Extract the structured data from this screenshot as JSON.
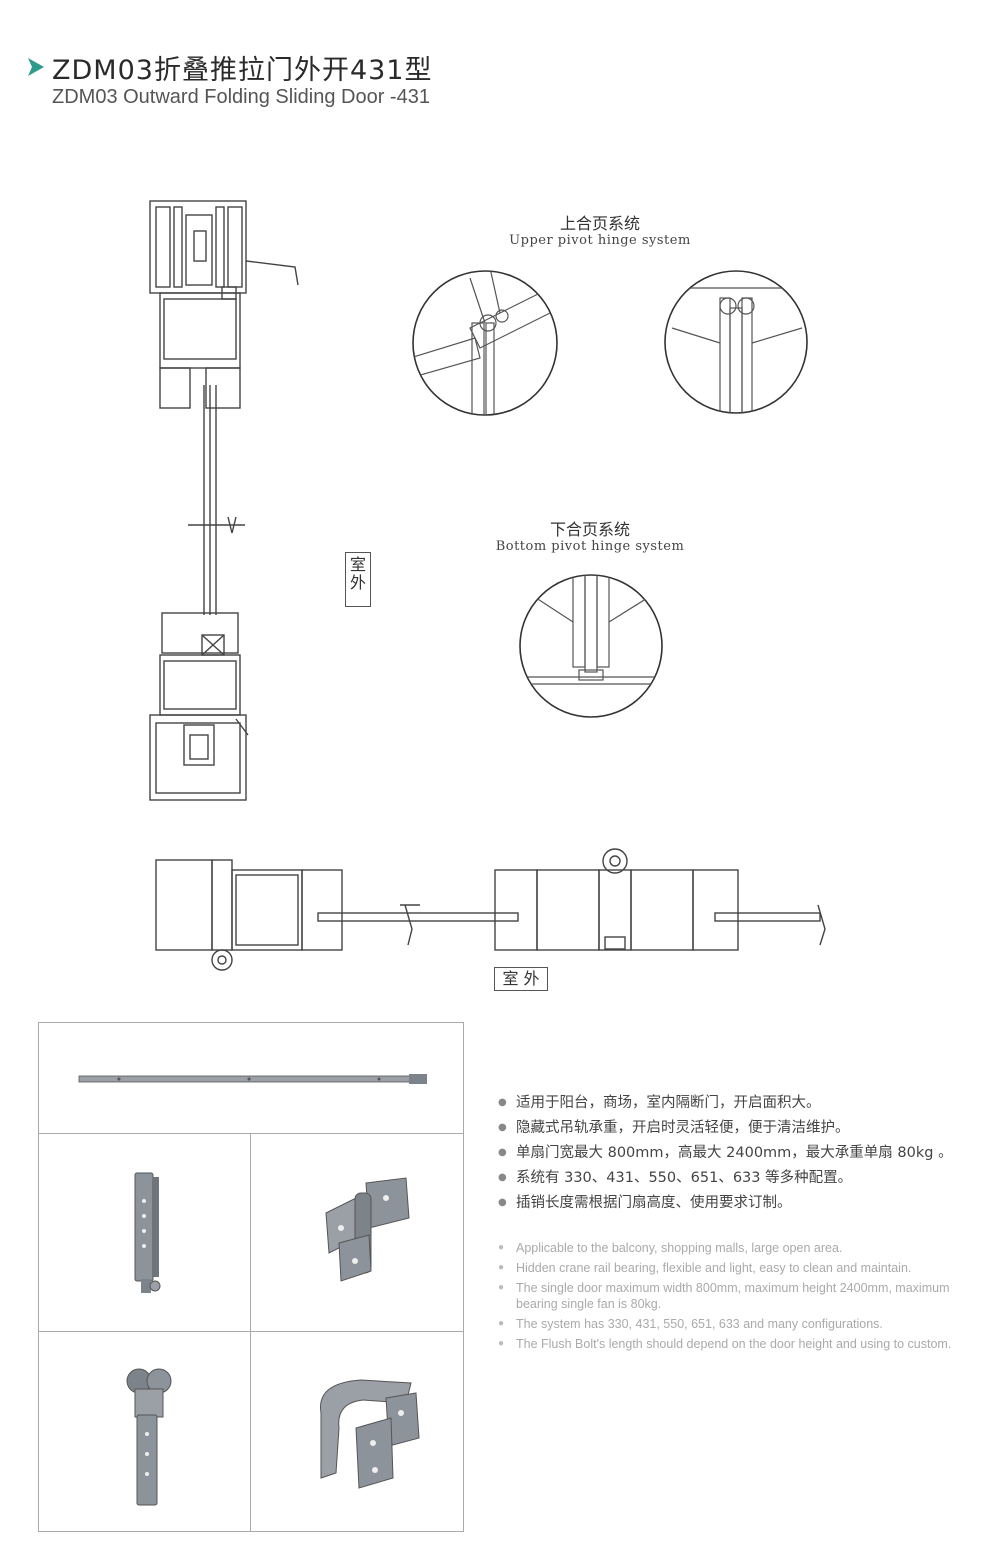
{
  "header": {
    "title_cn": "ZDM03折叠推拉门外开431型",
    "title_en": "ZDM03 Outward Folding Sliding Door -431"
  },
  "drawings": {
    "upper_hinge": {
      "cn": "上合页系统",
      "en": "Upper pivot hinge system"
    },
    "bottom_hinge": {
      "cn": "下合页系统",
      "en": "Bottom pivot hinge system"
    },
    "exterior_label_vertical": "室\n外",
    "exterior_label_horizontal": "室 外"
  },
  "features_cn": [
    "适用于阳台，商场，室内隔断门，开启面积大。",
    "隐藏式吊轨承重，开启时灵活轻便，便于清洁维护。",
    "单扇门宽最大 800mm，高最大 2400mm，最大承重单扇 80kg 。",
    "系统有 330、431、550、651、633 等多种配置。",
    "插销长度需根据门扇高度、使用要求订制。"
  ],
  "features_en": [
    "Applicable to the balcony, shopping malls, large open area.",
    "Hidden crane rail bearing, flexible and light, easy to clean and maintain.",
    "The single door maximum width 800mm, maximum height 2400mm, maximum bearing single fan is 80kg.",
    "The system has 330, 431, 550, 651, 633 and many configurations.",
    "The Flush Bolt's length should depend on the door height and using to custom."
  ],
  "colors": {
    "accent": "#2e9a8a",
    "line": "#444444",
    "metal": "#8a8f96"
  }
}
